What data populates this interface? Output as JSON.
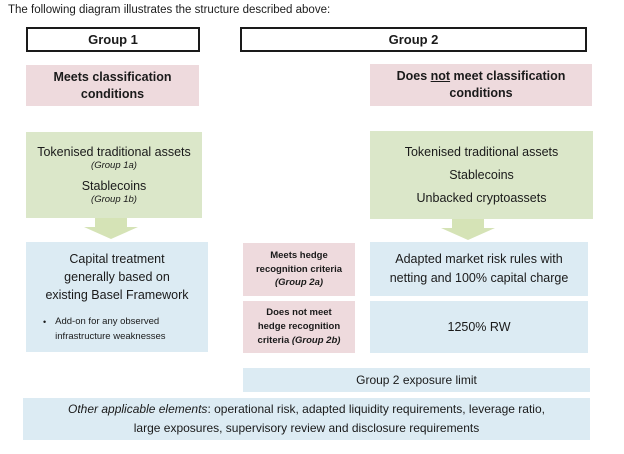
{
  "title": "The following diagram illustrates the structure described above:",
  "colors": {
    "pink": "#eedadd",
    "green": "#dbe7c9",
    "blue": "#dcebf3",
    "arrow_green": "#d5e3b6",
    "header_border": "#1a1a1a",
    "text": "#1a1a1a"
  },
  "group1": {
    "header": "Group 1",
    "classification": "Meets classification conditions",
    "assets": {
      "line1": "Tokenised traditional assets",
      "line1_sub": "(Group 1a)",
      "line2": "Stablecoins",
      "line2_sub": "(Group 1b)"
    },
    "treatment": {
      "main_lines": [
        "Capital treatment",
        "generally based on",
        "existing Basel Framework"
      ],
      "bullet_char": "•",
      "bullet_lines": [
        "Add-on for any observed",
        "infrastructure weaknesses"
      ]
    }
  },
  "group2": {
    "header": "Group 2",
    "classification": {
      "prefix": "Does ",
      "underline": "not",
      "suffix": " meet classification conditions"
    },
    "assets": {
      "line1": "Tokenised traditional assets",
      "line2": "Stablecoins",
      "line3": "Unbacked cryptoassets"
    },
    "hedge_meets": {
      "lines": [
        "Meets hedge",
        "recognition criteria"
      ],
      "group": "(Group 2a)"
    },
    "hedge_not": {
      "lines": [
        "Does not meet",
        "hedge recognition"
      ],
      "last_prefix": "criteria ",
      "group": "(Group 2b)"
    },
    "market_risk_lines": [
      "Adapted market risk rules with",
      "netting and 100% capital charge"
    ],
    "rw": "1250% RW",
    "exposure_limit": "Group 2 exposure limit"
  },
  "footer": {
    "intro_italic": "Other applicable elements",
    "line1_rest": ": operational risk, adapted liquidity requirements, leverage ratio,",
    "line2": "large exposures, supervisory review and disclosure requirements"
  }
}
